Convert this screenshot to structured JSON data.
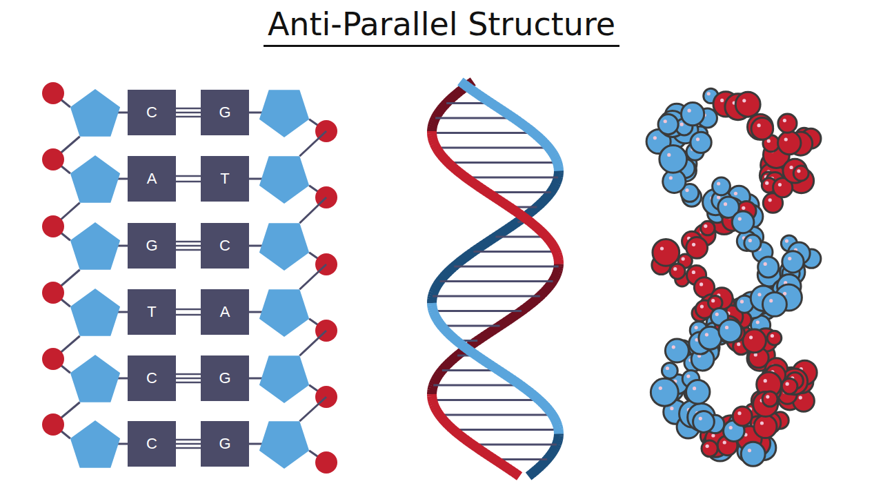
{
  "diagram": {
    "title": "Anti-Parallel Structure",
    "nodes": [
      {
        "text": [
          "C"
        ]
      },
      {
        "text": [
          "G"
        ]
      },
      {
        "text": [
          "A"
        ]
      },
      {
        "text": [
          "T"
        ]
      },
      {
        "text": [
          "G"
        ]
      },
      {
        "text": [
          "C"
        ]
      },
      {
        "text": [
          "T"
        ]
      },
      {
        "text": [
          "A"
        ]
      },
      {
        "text": [
          "C"
        ]
      },
      {
        "text": [
          "G"
        ]
      },
      {
        "text": [
          "C"
        ]
      },
      {
        "text": [
          "G"
        ]
      }
    ],
    "edges": [
      {
        "from": 0,
        "to": 1,
        "arrow": "none"
      },
      {
        "from": 2,
        "to": 3,
        "arrow": "none"
      },
      {
        "from": 4,
        "to": 5,
        "arrow": "none"
      },
      {
        "from": 6,
        "to": 7,
        "arrow": "none"
      },
      {
        "from": 8,
        "to": 9,
        "arrow": "none"
      },
      {
        "from": 10,
        "to": 11,
        "arrow": "none"
      }
    ]
  }
}
